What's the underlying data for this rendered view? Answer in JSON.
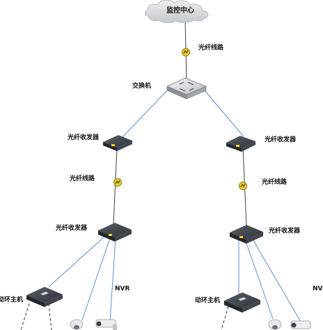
{
  "center": {
    "label": "监控中心"
  },
  "switch": {
    "label": "交换机"
  },
  "links": {
    "top": "光纤线路",
    "left": "光纤线路",
    "right": "光纤线路"
  },
  "transceivers": {
    "left_upper": "光纤收发器",
    "right_upper": "光纤收发器",
    "left_lower": "光纤收发器",
    "right_lower": "光纤收发器"
  },
  "devices": {
    "left_host": "动环主机",
    "left_nvr": "NVR",
    "right_host": "动环主机",
    "right_nvr": "NVR"
  },
  "colors": {
    "link_line": "#5b8fd6",
    "fiber_line": "#404040",
    "cloud": "#d3d5d8",
    "device_dark": "#3b3f45",
    "connector_yellow": "#f2d21b"
  },
  "icons": [
    "cloud-icon",
    "fiber-connector-icon",
    "switch-icon",
    "transceiver-icon",
    "host-icon",
    "camera-icon"
  ]
}
